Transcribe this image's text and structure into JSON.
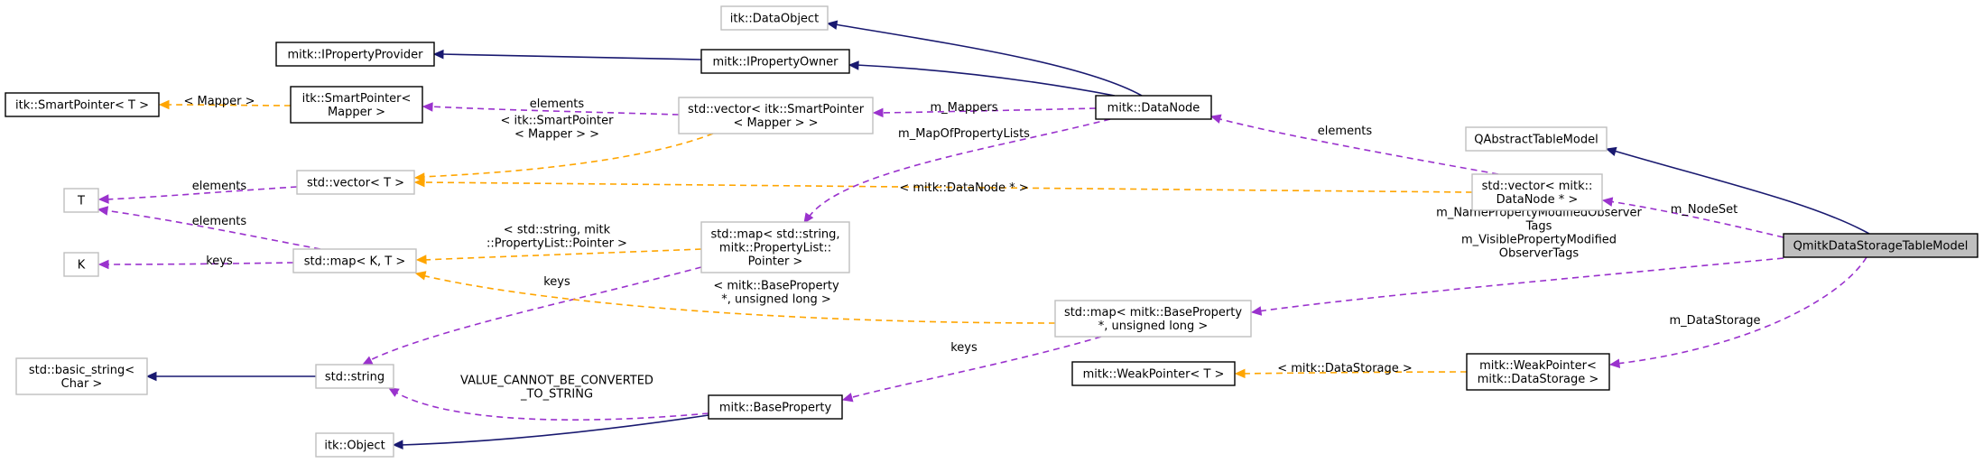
{
  "nodes": {
    "qmitk_dstm": [
      "QmitkDataStorageTableModel"
    ],
    "qabstract": [
      "QAbstractTableModel"
    ],
    "vec_datanode": [
      "std::vector< mitk::",
      "DataNode * >"
    ],
    "map_baseprop": [
      "std::map< mitk::BaseProperty",
      "*, unsigned long >"
    ],
    "weakptr_ds": [
      "mitk::WeakPointer<",
      "mitk::DataStorage >"
    ],
    "weakptr_t": [
      "mitk::WeakPointer< T >"
    ],
    "datanode": [
      "mitk::DataNode"
    ],
    "ipropowner": [
      "mitk::IPropertyOwner"
    ],
    "iprovider": [
      "mitk::IPropertyProvider"
    ],
    "dataobject": [
      "itk::DataObject"
    ],
    "vec_smartptr": [
      "std::vector< itk::SmartPointer",
      "< Mapper > >"
    ],
    "smartptr_mapper": [
      "itk::SmartPointer<",
      "Mapper >"
    ],
    "smartptr_t": [
      "itk::SmartPointer< T >"
    ],
    "vec_t": [
      "std::vector< T >"
    ],
    "map_proplist": [
      "std::map< std::string,",
      "mitk::PropertyList::",
      "Pointer >"
    ],
    "map_kt": [
      "std::map< K, T >"
    ],
    "t": [
      "T"
    ],
    "k": [
      "K"
    ],
    "stdstring": [
      "std::string"
    ],
    "basic_string": [
      "std::basic_string<",
      "Char >"
    ],
    "baseprop": [
      "mitk::BaseProperty"
    ],
    "itkobject": [
      "itk::Object"
    ]
  },
  "edge_labels": {
    "m_nodeset": [
      "m_NodeSet"
    ],
    "m_nameprop": [
      "m_NamePropertyModifiedObserver",
      "Tags",
      "m_VisiblePropertyModified",
      "ObserverTags"
    ],
    "m_datastorage": [
      "m_DataStorage"
    ],
    "tpl_datastorage": [
      "< mitk::DataStorage >"
    ],
    "elements_dn": [
      "elements"
    ],
    "tpl_datanode_ptr": [
      "< mitk::DataNode * >"
    ],
    "m_mappers": [
      "m_Mappers"
    ],
    "m_mapofproplists": [
      "m_MapOfPropertyLists"
    ],
    "elements_mapper": [
      "elements"
    ],
    "tpl_mapper": [
      "< Mapper >"
    ],
    "tpl_smartptr_mapper": [
      "< itk::SmartPointer",
      "< Mapper > >"
    ],
    "elements_t1": [
      "elements"
    ],
    "elements_t2": [
      "elements"
    ],
    "keys_k": [
      "keys"
    ],
    "tpl_string_proplist": [
      "< std::string, mitk",
      "::PropertyList::Pointer >"
    ],
    "keys_string": [
      "keys"
    ],
    "tpl_baseprop_ul": [
      "< mitk::BaseProperty",
      "*, unsigned long >"
    ],
    "keys_baseprop": [
      "keys"
    ],
    "value_cannot": [
      "VALUE_CANNOT_BE_CONVERTED",
      "_TO_STRING"
    ]
  }
}
